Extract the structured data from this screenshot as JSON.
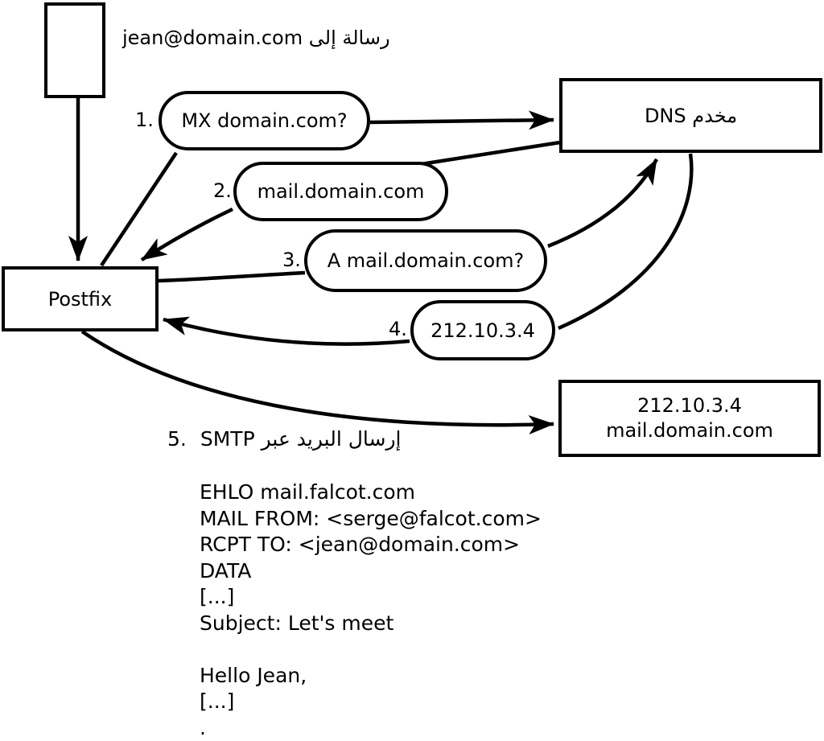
{
  "note": {
    "message_to": "رسالة إلى jean@domain.com"
  },
  "nodes": {
    "postfix": "Postfix",
    "dns_server": "مخدم DNS",
    "mail_server_ip": "212.10.3.4",
    "mail_server_host": "mail.domain.com"
  },
  "steps": [
    {
      "num": "1.",
      "label": "MX domain.com?"
    },
    {
      "num": "2.",
      "label": "mail.domain.com"
    },
    {
      "num": "3.",
      "label": "A mail.domain.com?"
    },
    {
      "num": "4.",
      "label": "212.10.3.4"
    },
    {
      "num": "5.",
      "label": "إرسال البريد عبر SMTP"
    }
  ],
  "smtp_session": [
    "EHLO mail.falcot.com",
    "MAIL FROM: <serge@falcot.com>",
    "RCPT TO: <jean@domain.com>",
    "DATA",
    "[...]",
    "Subject: Let's meet",
    "",
    "Hello Jean,",
    "[...]",
    "."
  ],
  "colors": {
    "line": "#000000",
    "background": "#ffffff",
    "text": "#000000"
  }
}
